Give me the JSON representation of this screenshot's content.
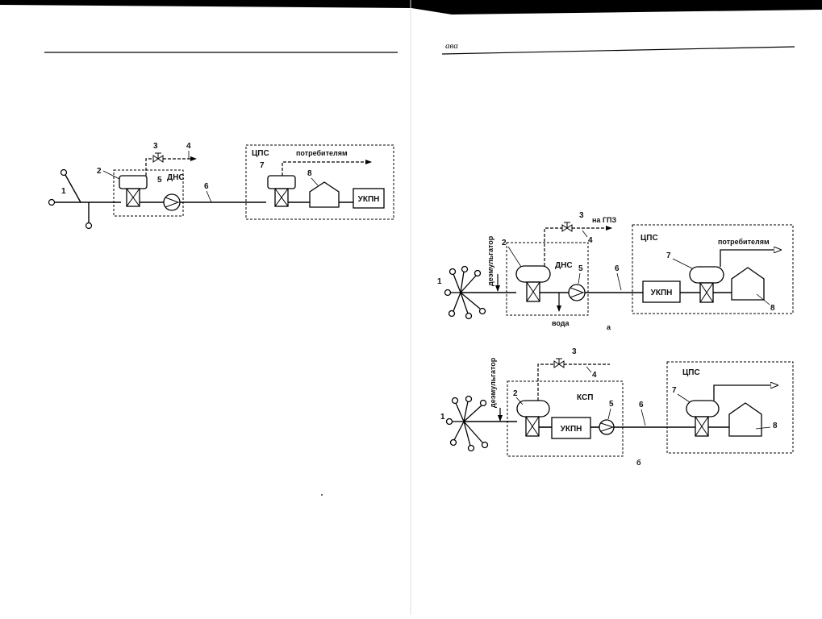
{
  "header": {
    "right_running_head": "ава"
  },
  "diagram_left": {
    "labels": {
      "dns": "ДНС",
      "cps": "ЦПС",
      "consumers": "потребителям",
      "ukpn": "УКПН"
    },
    "numbers": {
      "n1": "1",
      "n2": "2",
      "n3": "3",
      "n4": "4",
      "n5": "5",
      "n6": "6",
      "n7": "7",
      "n8": "8"
    }
  },
  "diagram_a": {
    "labels": {
      "demulsifier": "деэмульгатор",
      "dns": "ДНС",
      "to_gpz": "на ГПЗ",
      "cps": "ЦПС",
      "consumers": "потребителям",
      "ukpn": "УКПН",
      "water": "вода",
      "caption": "а"
    },
    "numbers": {
      "n1": "1",
      "n2": "2",
      "n3": "3",
      "n4": "4",
      "n5": "5",
      "n6": "6",
      "n7": "7",
      "n8": "8"
    }
  },
  "diagram_b": {
    "labels": {
      "demulsifier": "деэмульгатор",
      "ksp": "КСП",
      "cps": "ЦПС",
      "ukpn": "УКПН",
      "caption": "б"
    },
    "numbers": {
      "n1": "1",
      "n2": "2",
      "n3": "3",
      "n4": "4",
      "n5": "5",
      "n6": "6",
      "n7": "7",
      "n8": "8"
    }
  }
}
